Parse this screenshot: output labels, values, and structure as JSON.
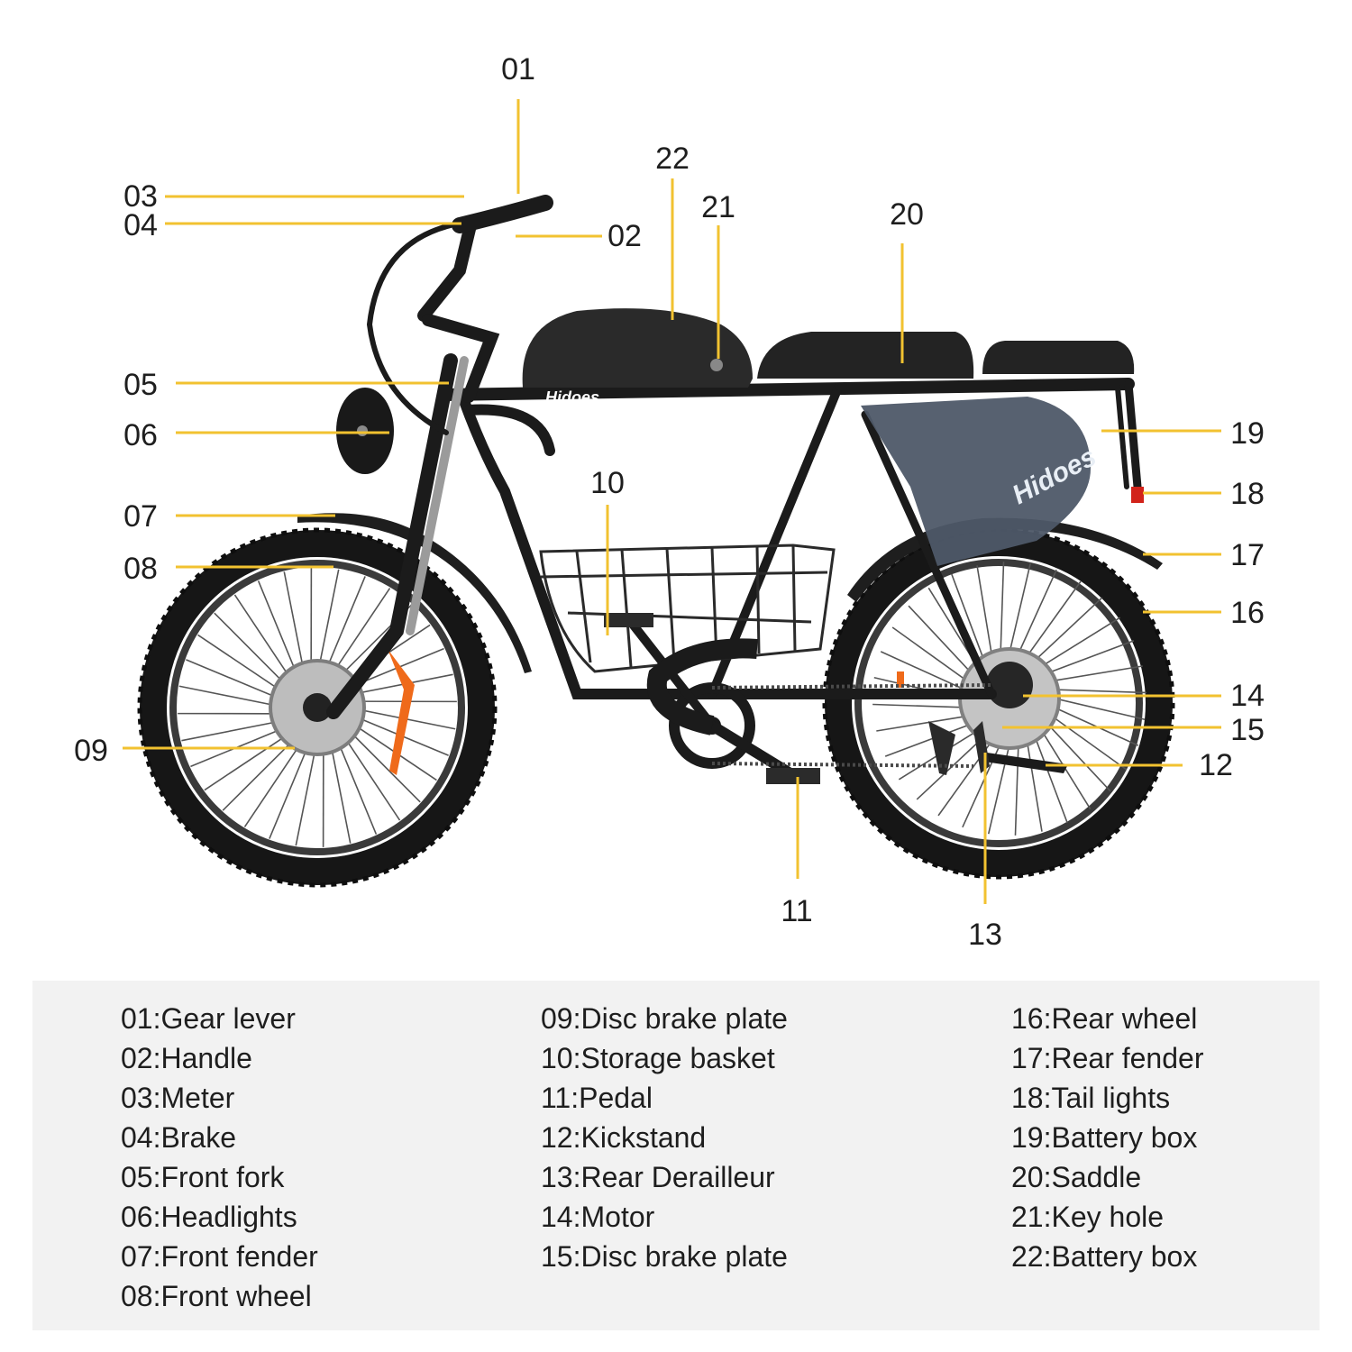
{
  "brand": "Hidoes",
  "colors": {
    "leader_line": "#f2c230",
    "frame": "#1b1b1b",
    "tire": "#141414",
    "accent": "#ef6a1a",
    "panel": "#f2f2f2",
    "text": "#1e1e1e"
  },
  "callouts": [
    {
      "id": "01"
    },
    {
      "id": "02"
    },
    {
      "id": "03"
    },
    {
      "id": "04"
    },
    {
      "id": "05"
    },
    {
      "id": "06"
    },
    {
      "id": "07"
    },
    {
      "id": "08"
    },
    {
      "id": "09"
    },
    {
      "id": "10"
    },
    {
      "id": "11"
    },
    {
      "id": "12"
    },
    {
      "id": "13"
    },
    {
      "id": "14"
    },
    {
      "id": "15"
    },
    {
      "id": "16"
    },
    {
      "id": "17"
    },
    {
      "id": "18"
    },
    {
      "id": "19"
    },
    {
      "id": "20"
    },
    {
      "id": "21"
    },
    {
      "id": "22"
    }
  ],
  "legend": {
    "columns": [
      [
        "01:Gear lever",
        "02:Handle",
        "03:Meter",
        "04:Brake",
        "05:Front fork",
        "06:Headlights",
        "07:Front fender",
        "08:Front wheel"
      ],
      [
        "09:Disc brake plate",
        "10:Storage basket",
        "11:Pedal",
        "12:Kickstand",
        "13:Rear Derailleur",
        "14:Motor",
        "15:Disc brake plate"
      ],
      [
        "16:Rear wheel",
        "17:Rear fender",
        "18:Tail lights",
        "19:Battery box",
        "20:Saddle",
        "21:Key hole",
        "22:Battery box"
      ]
    ]
  }
}
